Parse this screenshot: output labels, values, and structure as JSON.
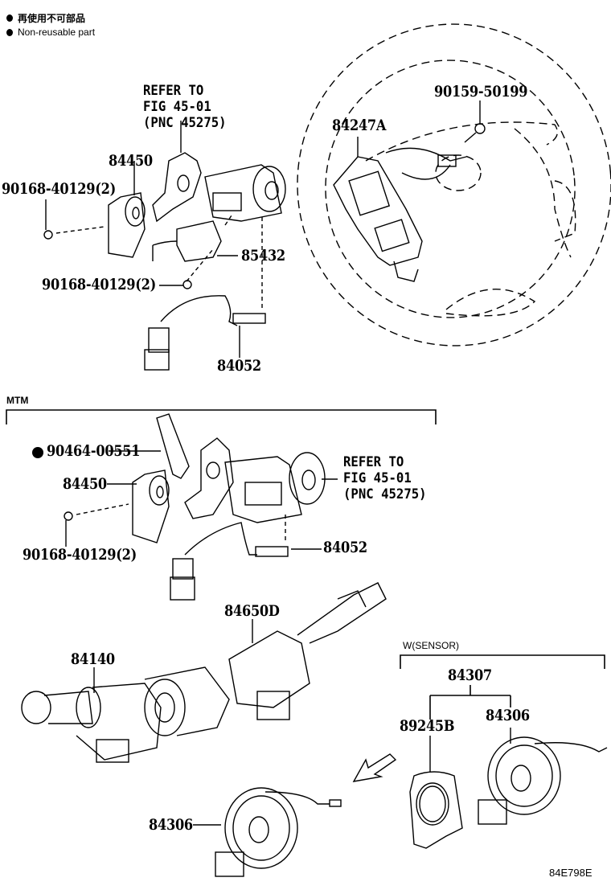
{
  "legend": {
    "items": [
      {
        "icon": "non-reusable-dot-icon",
        "text": "再使用不可部品"
      },
      {
        "icon": "non-reusable-dot-icon",
        "text": "Non-reusable part"
      }
    ]
  },
  "colors": {
    "line": "#000000",
    "background": "#ffffff"
  },
  "top_section": {
    "refer": {
      "line1": "REFER TO",
      "line2": "FIG 45-01",
      "line3": "(PNC 45275)"
    },
    "parts": {
      "p84450": "84450",
      "p90168_a": "90168-40129(2)",
      "p85432": "85432",
      "p90168_b": "90168-40129(2)",
      "p84052": "84052"
    }
  },
  "steering_wheel": {
    "p90159": "90159-50199",
    "p84247A": "84247A"
  },
  "mtm_section": {
    "title": "MTM",
    "p90464": "90464-00551",
    "p84450": "84450",
    "p90168": "90168-40129(2)",
    "p84052": "84052",
    "refer": {
      "line1": "REFER TO",
      "line2": "FIG 45-01",
      "line3": "(PNC 45275)"
    }
  },
  "switch_section": {
    "p84650D": "84650D",
    "p84140": "84140"
  },
  "sensor_section": {
    "title": "W(SENSOR)",
    "p84307": "84307",
    "p89245B": "89245B",
    "p84306_upper": "84306"
  },
  "bottom": {
    "p84306": "84306",
    "figure_code": "84E798E"
  }
}
